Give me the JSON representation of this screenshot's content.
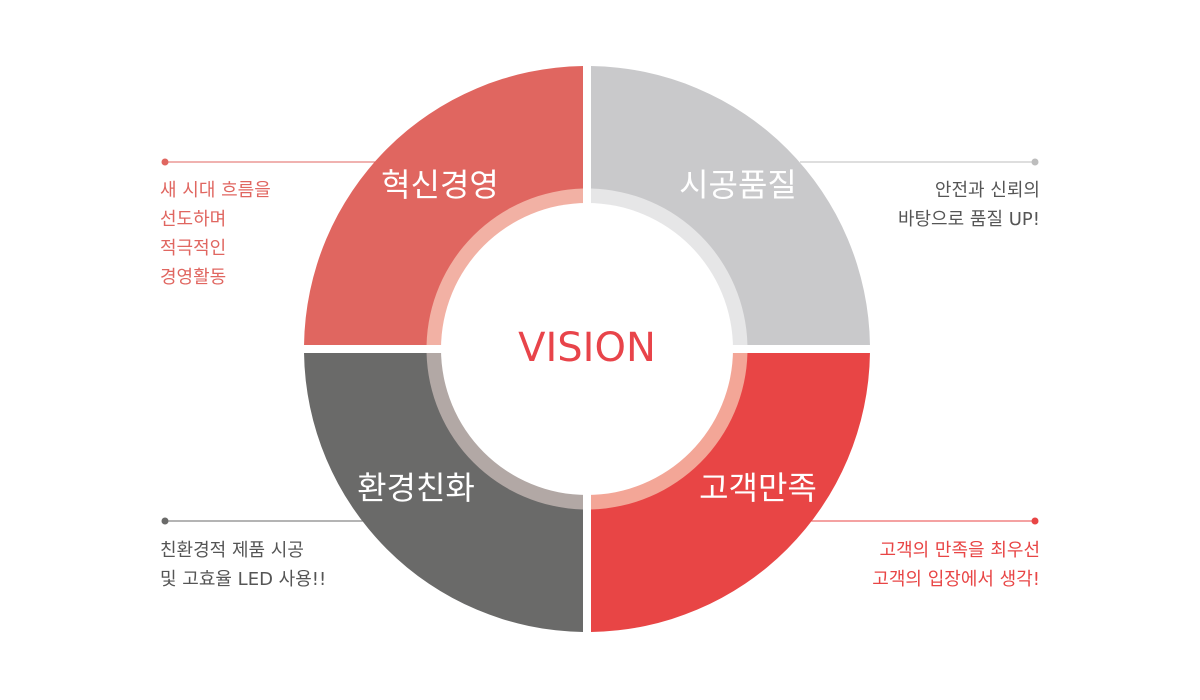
{
  "center": {
    "label": "VISION",
    "color": "#e8444a"
  },
  "quadrants": {
    "top_left": {
      "label": "혁신경영",
      "color": "#e06660",
      "inner_color": "#f2b1a4"
    },
    "top_right": {
      "label": "시공품질",
      "color": "#c9c9cb",
      "inner_color": "#e6e6e7"
    },
    "bottom_right": {
      "label": "고객만족",
      "color": "#e84545",
      "inner_color": "#f3a697"
    },
    "bottom_left": {
      "label": "환경친화",
      "color": "#6a6a69",
      "inner_color": "#b2a8a5"
    }
  },
  "descriptions": {
    "top_left": {
      "lines": [
        "새 시대 흐름을",
        "선도하며",
        "적극적인",
        "경영활동"
      ],
      "color": "#e06660"
    },
    "top_right": {
      "lines": [
        "안전과 신뢰의",
        "바탕으로 품질 UP!"
      ],
      "color": "#555555"
    },
    "bottom_left": {
      "lines": [
        "친환경적 제품 시공",
        "및 고효율 LED 사용!!"
      ],
      "color": "#555555"
    },
    "bottom_right": {
      "lines": [
        "고객의 만족을 최우선",
        "고객의 입장에서 생각!"
      ],
      "color": "#e84545"
    }
  },
  "connectors": {
    "top_left": {
      "color": "#e06660"
    },
    "top_right": {
      "color": "#bdbdbd"
    },
    "bottom_left": {
      "color": "#6a6a69"
    },
    "bottom_right": {
      "color": "#e84545"
    }
  }
}
